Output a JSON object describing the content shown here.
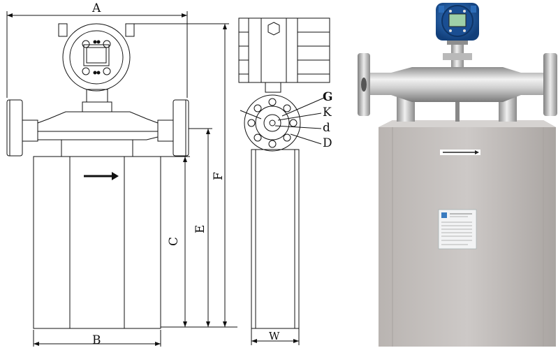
{
  "dimension_labels": {
    "A": "A",
    "B": "B",
    "C": "C",
    "E": "E",
    "F": "F",
    "W": "W",
    "G": "G",
    "K": "K",
    "d": "d",
    "D": "D"
  },
  "colors": {
    "line": "#111111",
    "steel_light": "#d9d9d9",
    "steel_dark": "#9a9a9a",
    "box_light": "#c9c5c3",
    "box_dark": "#a9a4a1",
    "head_blue": "#1d5aa6"
  }
}
